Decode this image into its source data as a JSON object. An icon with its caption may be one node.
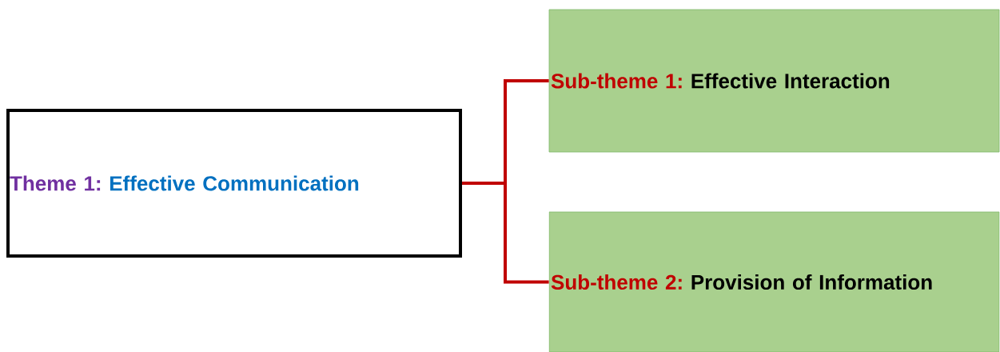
{
  "diagram": {
    "nodes": [
      {
        "text": [
          "Theme 1:",
          "Effective Communication"
        ]
      },
      {
        "text": [
          "Sub-theme 1:",
          "Effective Interaction"
        ]
      },
      {
        "text": [
          "Sub-theme 2:",
          "Provision of Information"
        ]
      }
    ],
    "edges": [
      {
        "from": 0,
        "to": 1,
        "arrow": "none",
        "color": "#c00000"
      },
      {
        "from": 0,
        "to": 2,
        "arrow": "none",
        "color": "#c00000"
      }
    ]
  }
}
